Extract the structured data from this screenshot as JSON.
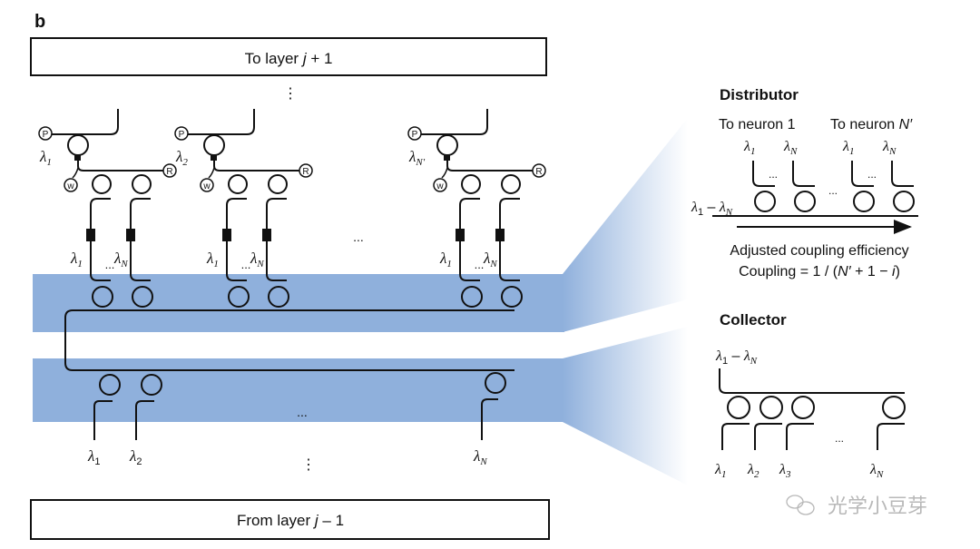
{
  "panel_label": "b",
  "top_box": {
    "prefix": "To layer ",
    "var": "j",
    "suffix": " + 1"
  },
  "bottom_box": {
    "prefix": "From layer ",
    "var": "j",
    "suffix": " – 1"
  },
  "ellipsis_h": "...",
  "ellipsis_v": "⋮",
  "lambda": "λ",
  "neurons": [
    {
      "pump_label": "P",
      "pump_sub": "1",
      "weight_label": "w",
      "ref_label": "R",
      "in_sub_first": "1",
      "in_sub_last": "N"
    },
    {
      "pump_label": "P",
      "pump_sub": "2",
      "weight_label": "w",
      "ref_label": "R",
      "in_sub_first": "1",
      "in_sub_last": "N"
    },
    {
      "pump_label": "P",
      "pump_sub": "N′",
      "weight_label": "w",
      "ref_label": "R",
      "in_sub_first": "1",
      "in_sub_last": "N"
    }
  ],
  "collector_bus_outputs": [
    "1",
    "2",
    "N"
  ],
  "distributor": {
    "title": "Distributor",
    "to_neuron_first": "To neuron 1",
    "to_neuron_last_prefix": "To neuron ",
    "to_neuron_last_var": "N′",
    "drop_subs": [
      "1",
      "N",
      "1",
      "N"
    ],
    "bus_label_a": "1",
    "bus_label_b": "N",
    "caption_line1": "Adjusted coupling efficiency",
    "caption_line2_prefix": "Coupling = 1 / (",
    "caption_line2_var1": "N′",
    "caption_line2_mid": " + 1 − ",
    "caption_line2_var2": "i",
    "caption_line2_suffix": ")"
  },
  "collector": {
    "title": "Collector",
    "bus_label_a": "1",
    "bus_label_b": "N",
    "input_subs": [
      "1",
      "2",
      "3",
      "N"
    ]
  },
  "watermark": "光学小豆芽",
  "colors": {
    "band_blue": "#8fb0dc",
    "band_fade": "#ffffff",
    "ink": "#111111",
    "watermark": "#b8b8b8"
  }
}
